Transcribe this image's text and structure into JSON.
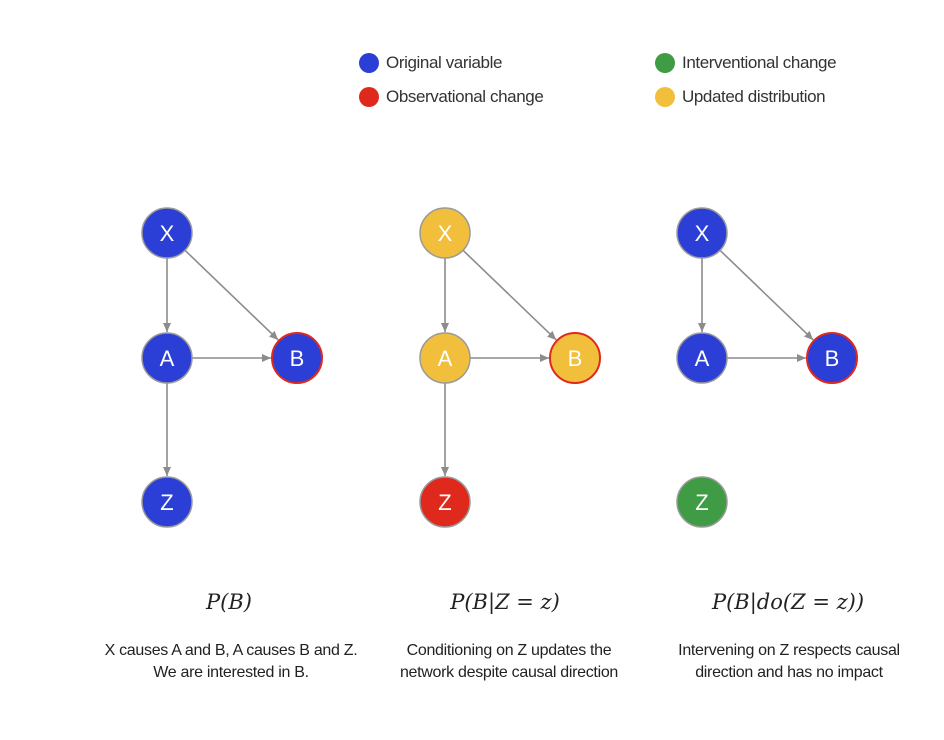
{
  "legend": {
    "items": [
      {
        "label": "Original variable",
        "color": "#2b3fd6"
      },
      {
        "label": "Interventional change",
        "color": "#3f9c45"
      },
      {
        "label": "Observational change",
        "color": "#e0291d"
      },
      {
        "label": "Updated distribution",
        "color": "#f1bf3c"
      }
    ]
  },
  "colors": {
    "blue": "#2b3fd6",
    "yellow": "#f1bf3c",
    "red": "#e0291d",
    "green": "#3f9c45",
    "target_outline": "#e0291d",
    "edge": "#8c8c8c"
  },
  "panels": [
    {
      "formula": "P(B)",
      "caption": "X causes A and B, A causes B and Z. We are interested in B.",
      "nodes": [
        {
          "label": "X",
          "fill": "blue"
        },
        {
          "label": "A",
          "fill": "blue"
        },
        {
          "label": "B",
          "fill": "blue",
          "target": true
        },
        {
          "label": "Z",
          "fill": "blue"
        }
      ],
      "edges": [
        [
          "X",
          "A"
        ],
        [
          "X",
          "B"
        ],
        [
          "A",
          "B"
        ],
        [
          "A",
          "Z"
        ]
      ]
    },
    {
      "formula": "P(B|Z = z)",
      "caption": "Conditioning on Z updates the network despite causal direction",
      "nodes": [
        {
          "label": "X",
          "fill": "yellow"
        },
        {
          "label": "A",
          "fill": "yellow"
        },
        {
          "label": "B",
          "fill": "yellow",
          "target": true
        },
        {
          "label": "Z",
          "fill": "red"
        }
      ],
      "edges": [
        [
          "X",
          "A"
        ],
        [
          "X",
          "B"
        ],
        [
          "A",
          "B"
        ],
        [
          "A",
          "Z"
        ]
      ]
    },
    {
      "formula": "P(B|do(Z = z))",
      "caption": "Intervening on Z respects causal direction and has no impact",
      "nodes": [
        {
          "label": "X",
          "fill": "blue"
        },
        {
          "label": "A",
          "fill": "blue"
        },
        {
          "label": "B",
          "fill": "blue",
          "target": true
        },
        {
          "label": "Z",
          "fill": "green"
        }
      ],
      "edges": [
        [
          "X",
          "A"
        ],
        [
          "X",
          "B"
        ],
        [
          "A",
          "B"
        ]
      ]
    }
  ]
}
